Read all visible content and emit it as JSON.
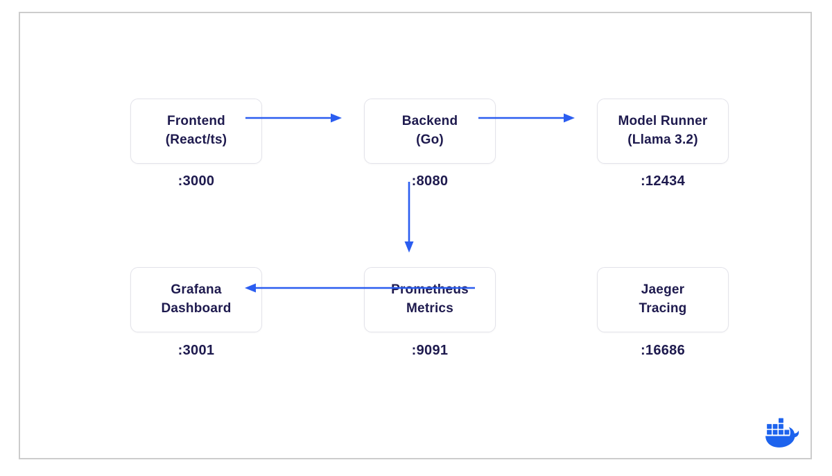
{
  "diagram": {
    "nodes": [
      {
        "id": "frontend",
        "line1": "Frontend",
        "line2": "(React/ts)",
        "port": ":3000"
      },
      {
        "id": "backend",
        "line1": "Backend",
        "line2": "(Go)",
        "port": ":8080"
      },
      {
        "id": "model-runner",
        "line1": "Model Runner",
        "line2": "(Llama 3.2)",
        "port": ":12434"
      },
      {
        "id": "grafana",
        "line1": "Grafana",
        "line2": "Dashboard",
        "port": ":3001"
      },
      {
        "id": "prometheus",
        "line1": "Prometheus",
        "line2": "Metrics",
        "port": ":9091"
      },
      {
        "id": "jaeger",
        "line1": "Jaeger",
        "line2": "Tracing",
        "port": ":16686"
      }
    ],
    "edges": [
      {
        "from": "frontend",
        "to": "backend",
        "direction": "right"
      },
      {
        "from": "backend",
        "to": "model-runner",
        "direction": "right"
      },
      {
        "from": "backend",
        "to": "prometheus",
        "direction": "down"
      },
      {
        "from": "prometheus",
        "to": "grafana",
        "direction": "left"
      }
    ],
    "colors": {
      "arrow": "#2b5df0",
      "text": "#1e1a4e",
      "node_border": "#e3e3ea",
      "card_border": "#cccccc",
      "docker_blue": "#1d63ed",
      "background": "#ffffff"
    },
    "icons": {
      "bottom_right": "docker-whale-icon"
    }
  }
}
